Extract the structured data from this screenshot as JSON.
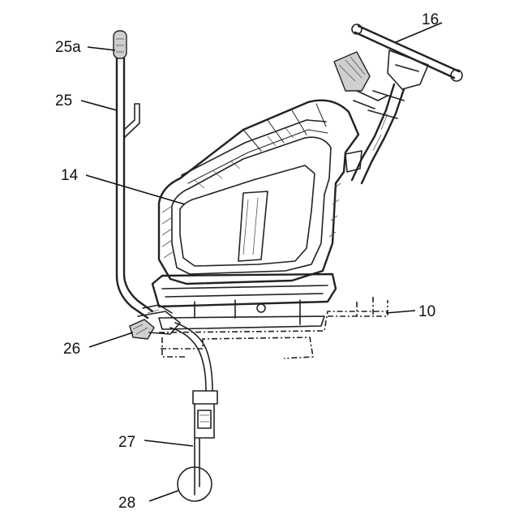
{
  "labels": {
    "16": "16",
    "25a": "25a",
    "25": "25",
    "14": "14",
    "10": "10",
    "26": "26",
    "27": "27",
    "28": "28"
  }
}
